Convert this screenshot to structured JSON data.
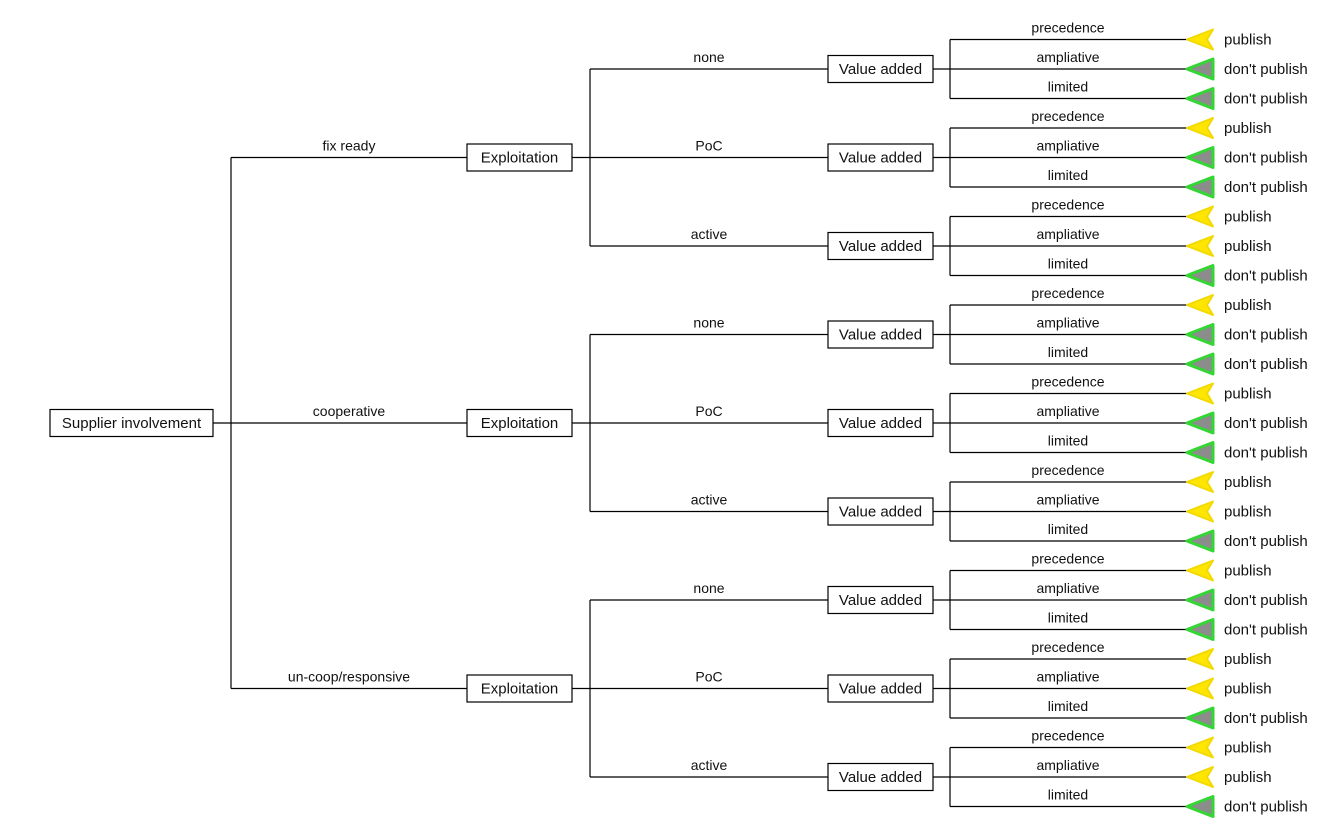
{
  "tree": {
    "root_label": "Supplier involvement",
    "level2_node_label": "Exploitation",
    "level3_node_label": "Value added",
    "decision_labels": {
      "publish": "publish",
      "dont_publish": "don't publish"
    },
    "colors": {
      "publish_fill": "#FFE600",
      "publish_border": "#F2D900",
      "dont_publish_fill": "#8C8C8C",
      "dont_publish_border": "#33D633",
      "line": "#000000"
    },
    "branches": [
      {
        "label": "fix ready",
        "children": [
          {
            "label": "none",
            "leaves": [
              {
                "label": "precedence",
                "decision": "publish"
              },
              {
                "label": "ampliative",
                "decision": "don't publish"
              },
              {
                "label": "limited",
                "decision": "don't publish"
              }
            ]
          },
          {
            "label": "PoC",
            "leaves": [
              {
                "label": "precedence",
                "decision": "publish"
              },
              {
                "label": "ampliative",
                "decision": "don't publish"
              },
              {
                "label": "limited",
                "decision": "don't publish"
              }
            ]
          },
          {
            "label": "active",
            "leaves": [
              {
                "label": "precedence",
                "decision": "publish"
              },
              {
                "label": "ampliative",
                "decision": "publish"
              },
              {
                "label": "limited",
                "decision": "don't publish"
              }
            ]
          }
        ]
      },
      {
        "label": "cooperative",
        "children": [
          {
            "label": "none",
            "leaves": [
              {
                "label": "precedence",
                "decision": "publish"
              },
              {
                "label": "ampliative",
                "decision": "don't publish"
              },
              {
                "label": "limited",
                "decision": "don't publish"
              }
            ]
          },
          {
            "label": "PoC",
            "leaves": [
              {
                "label": "precedence",
                "decision": "publish"
              },
              {
                "label": "ampliative",
                "decision": "don't publish"
              },
              {
                "label": "limited",
                "decision": "don't publish"
              }
            ]
          },
          {
            "label": "active",
            "leaves": [
              {
                "label": "precedence",
                "decision": "publish"
              },
              {
                "label": "ampliative",
                "decision": "publish"
              },
              {
                "label": "limited",
                "decision": "don't publish"
              }
            ]
          }
        ]
      },
      {
        "label": "un-coop/responsive",
        "children": [
          {
            "label": "none",
            "leaves": [
              {
                "label": "precedence",
                "decision": "publish"
              },
              {
                "label": "ampliative",
                "decision": "don't publish"
              },
              {
                "label": "limited",
                "decision": "don't publish"
              }
            ]
          },
          {
            "label": "PoC",
            "leaves": [
              {
                "label": "precedence",
                "decision": "publish"
              },
              {
                "label": "ampliative",
                "decision": "publish"
              },
              {
                "label": "limited",
                "decision": "don't publish"
              }
            ]
          },
          {
            "label": "active",
            "leaves": [
              {
                "label": "precedence",
                "decision": "publish"
              },
              {
                "label": "ampliative",
                "decision": "publish"
              },
              {
                "label": "limited",
                "decision": "don't publish"
              }
            ]
          }
        ]
      }
    ]
  }
}
